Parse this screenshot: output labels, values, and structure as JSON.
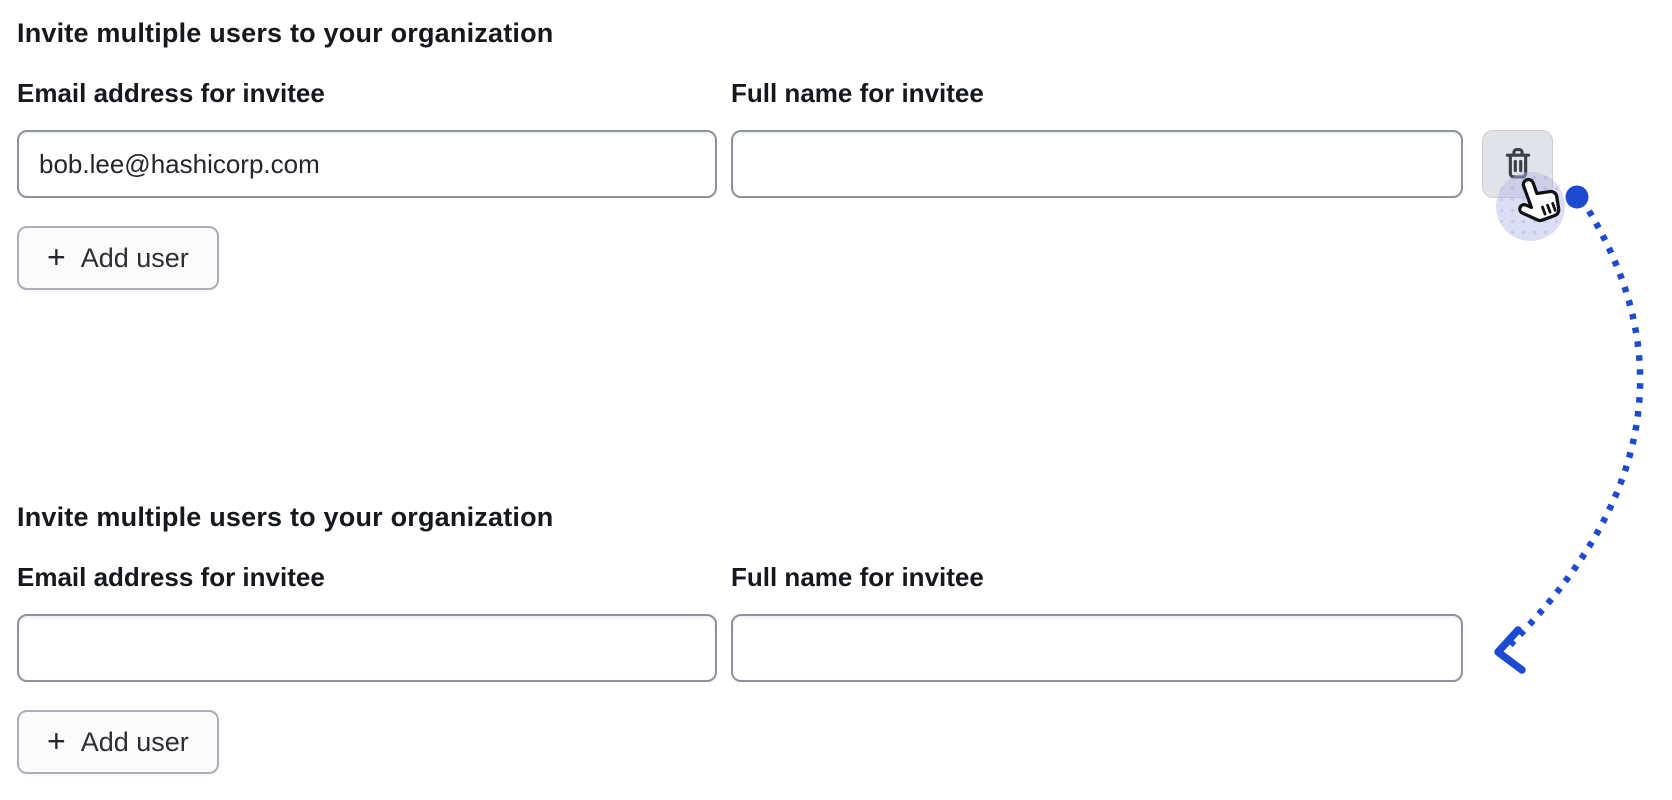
{
  "colors": {
    "accent_blue": "#1c4bd0",
    "halo_lavender": "#b1b6e7",
    "input_border": "#8d929d",
    "trash_button_bg": "#e2e3e8"
  },
  "sections": [
    {
      "heading": "Invite multiple users to your organization",
      "email_field": {
        "label": "Email address for invitee",
        "value": "bob.lee@hashicorp.com"
      },
      "name_field": {
        "label": "Full name for invitee",
        "value": ""
      },
      "add_user_button": {
        "icon": "plus-icon",
        "glyph": "+",
        "label": "Add user"
      },
      "delete_button": {
        "icon": "trash-icon"
      }
    },
    {
      "heading": "Invite multiple users to your organization",
      "email_field": {
        "label": "Email address for invitee",
        "value": ""
      },
      "name_field": {
        "label": "Full name for invitee",
        "value": ""
      },
      "add_user_button": {
        "icon": "plus-icon",
        "glyph": "+",
        "label": "Add user"
      }
    }
  ],
  "annotation": {
    "cursor": "hand-pointer-cursor",
    "arrow": {
      "style": "dotted",
      "color": "#1c4bd0",
      "from": "delete-button",
      "to": "second-form-name-input"
    }
  }
}
